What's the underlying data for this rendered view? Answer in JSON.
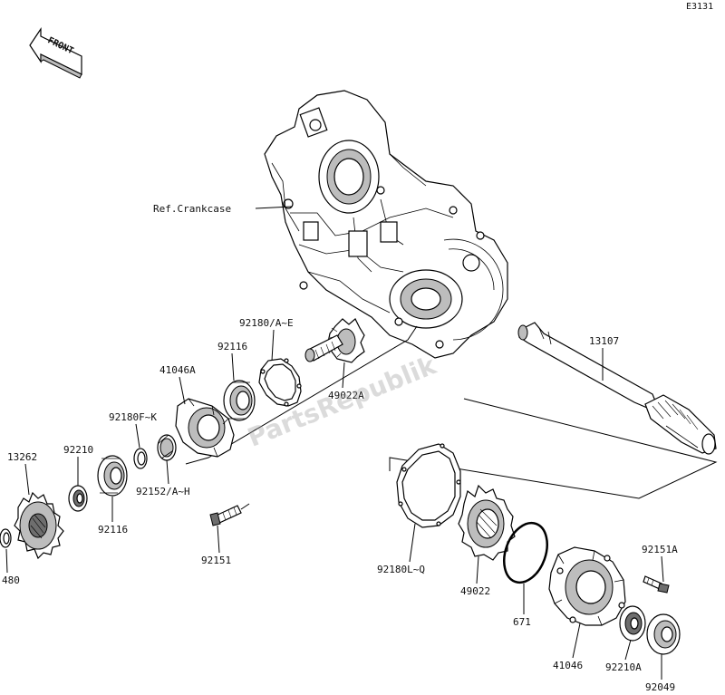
{
  "diagram_code": "E3131",
  "front_arrow_label": "FRONT",
  "crankcase_ref": "Ref.Crankcase",
  "watermark": "PartsRepublik",
  "parts": {
    "p13107": "13107",
    "p92180AE": "92180/A~E",
    "p92116_top": "92116",
    "p41046A": "41046A",
    "p49022A": "49022A",
    "p92180FK": "92180F~K",
    "p13262": "13262",
    "p92210": "92210",
    "p92152AH": "92152/A~H",
    "p92116_bot": "92116",
    "p480": "480",
    "p92151": "92151",
    "p92180LQ": "92180L~Q",
    "p49022": "49022",
    "p671": "671",
    "p92151A": "92151A",
    "p41046": "41046",
    "p92210A": "92210A",
    "p92049": "92049"
  }
}
